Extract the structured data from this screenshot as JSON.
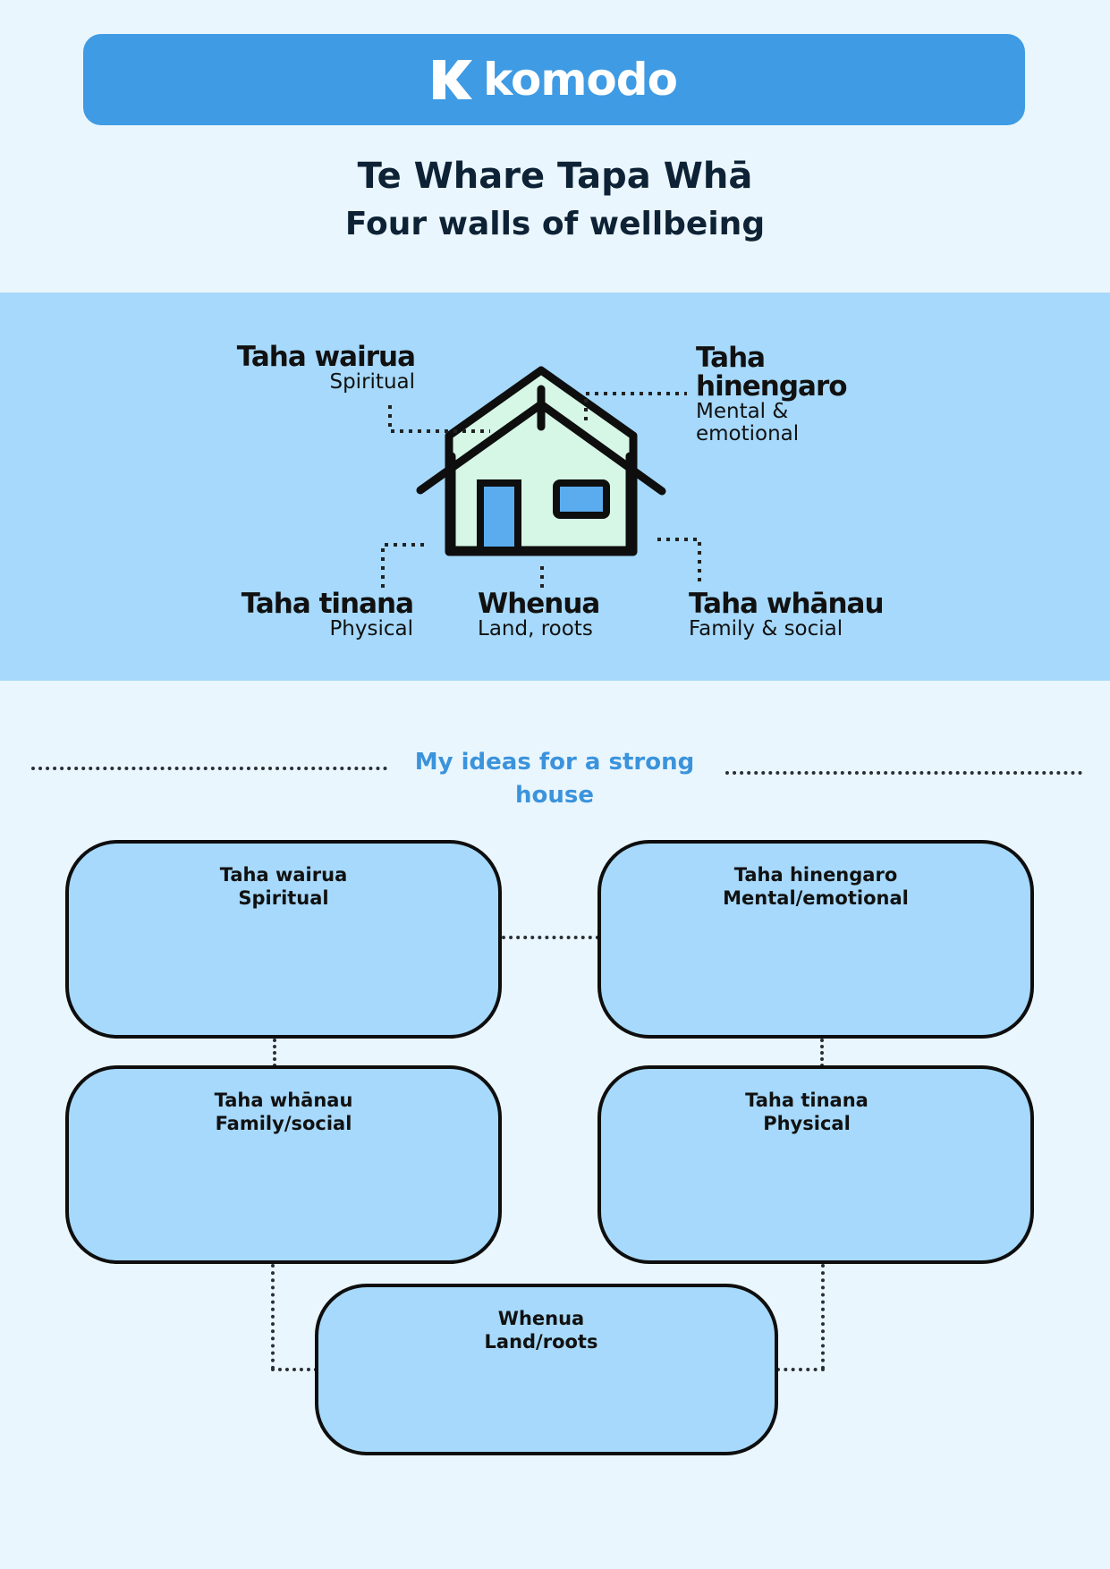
{
  "brand": {
    "name": "komodo",
    "color": "#3e9be4"
  },
  "title": "Te Whare Tapa Whā",
  "subtitle": "Four walls of wellbeing",
  "diagram": {
    "walls": [
      {
        "id": "wairua",
        "title": "Taha wairua",
        "sub": "Spiritual"
      },
      {
        "id": "hinengaro",
        "title": "Taha hinengaro",
        "sub": "Mental & emotional"
      },
      {
        "id": "tinana",
        "title": "Taha tinana",
        "sub": "Physical"
      },
      {
        "id": "whenua",
        "title": "Whenua",
        "sub": "Land, roots"
      },
      {
        "id": "whanau",
        "title": "Taha whānau",
        "sub": "Family & social"
      }
    ]
  },
  "ideas": {
    "heading": "My ideas for a strong house",
    "boxes": [
      {
        "title": "Taha wairua",
        "sub": "Spiritual"
      },
      {
        "title": "Taha hinengaro",
        "sub": "Mental/emotional"
      },
      {
        "title": "Taha whānau",
        "sub": "Family/social"
      },
      {
        "title": "Taha tinana",
        "sub": "Physical"
      },
      {
        "title": "Whenua",
        "sub": "Land/roots"
      }
    ]
  }
}
